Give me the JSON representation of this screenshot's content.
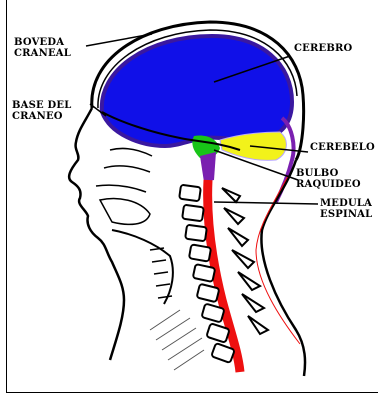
{
  "labels": {
    "boveda_l1": "BOVEDA",
    "boveda_l2": "CRANEAL",
    "base_l1": "BASE DEL",
    "base_l2": "CRANEO",
    "cerebro": "CEREBRO",
    "cerebelo": "CEREBELO",
    "bulbo_l1": "BULBO",
    "bulbo_l2": "RAQUIDEO",
    "medula_l1": "MEDULA",
    "medula_l2": "ESPINAL"
  },
  "colors": {
    "cerebro": "#1010e8",
    "cerebro_outline": "#3a18a0",
    "cerebelo": "#f2f21a",
    "bulbo": "#18c418",
    "medula": "#ee1010",
    "purple": "#7a1fb0",
    "line": "#000000"
  }
}
